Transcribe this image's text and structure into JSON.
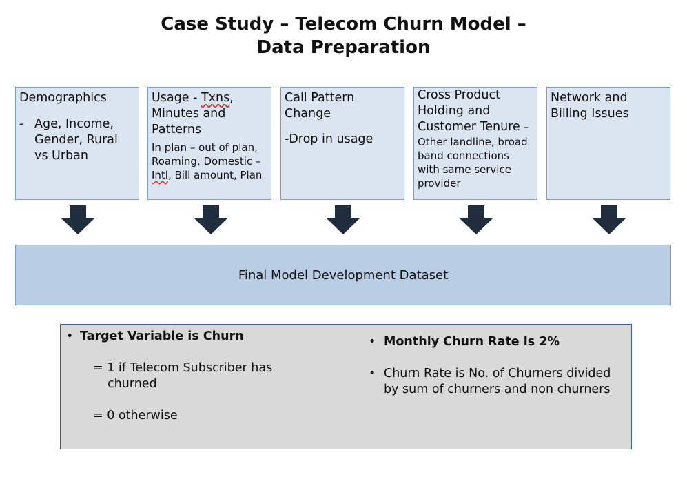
{
  "title": {
    "line1": "Case Study – Telecom Churn Model –",
    "line2": "Data Preparation"
  },
  "boxes": [
    {
      "head": "Demographics",
      "detail_dash": "-",
      "detail": "Age, Income, Gender,  Rural vs Urban"
    },
    {
      "head_pre": "Usage - ",
      "head_txns": "Txns",
      "head_post": ", Minutes and Patterns",
      "detail_line1": "In plan – out of plan, Roaming, Domestic –",
      "detail_intl": "Intl",
      "detail_line2": ", Bill amount, Plan"
    },
    {
      "head": "Call Pattern Change",
      "detail": "-Drop in usage"
    },
    {
      "head": "Cross Product Holding and Customer Tenure",
      "head_dash": " –",
      "detail": "Other landline, broad band connections with same service provider"
    },
    {
      "head": "Network and Billing  Issues"
    }
  ],
  "final_box": {
    "label": "Final Model Development Dataset"
  },
  "notes": {
    "left": {
      "bullet": "•",
      "title": "Target Variable is Churn",
      "eq1": "= 1 if  Telecom Subscriber has",
      "eq1_cont": "churned",
      "eq0": "= 0 otherwise"
    },
    "right": {
      "bullet1": "•",
      "rate": "Monthly Churn Rate is 2%",
      "bullet2": "•",
      "definition": "Churn Rate is  No. of Churners divided by sum of churners and non churners"
    }
  },
  "colors": {
    "box_fill": "#dbe5f1",
    "final_fill": "#b9cde5",
    "note_fill": "#d9d9d9",
    "arrow": "#1f2d3d"
  }
}
